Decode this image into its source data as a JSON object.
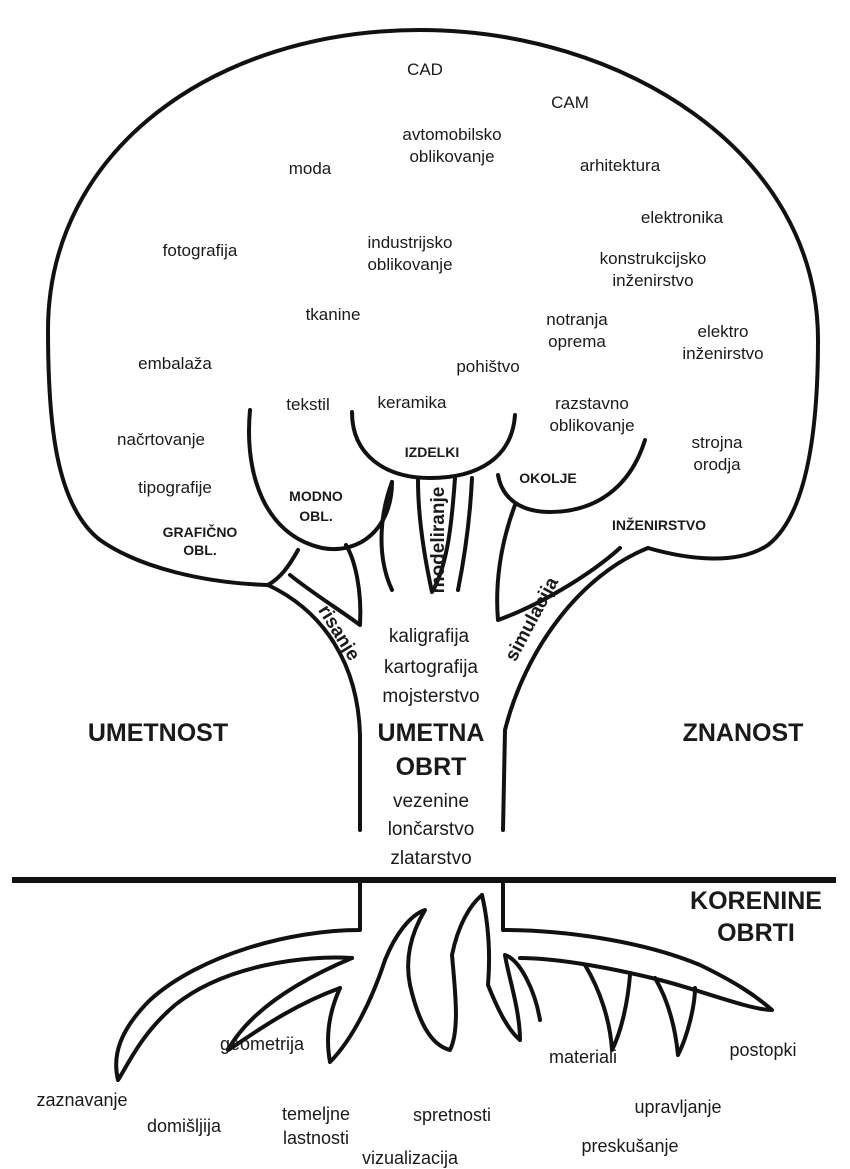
{
  "canopy": {
    "cad": "CAD",
    "cam": "CAM",
    "avtomobilsko_1": "avtomobilsko",
    "avtomobilsko_2": "oblikovanje",
    "moda": "moda",
    "arhitektura": "arhitektura",
    "elektronika": "elektronika",
    "fotografija": "fotografija",
    "industrijsko_1": "industrijsko",
    "industrijsko_2": "oblikovanje",
    "konstrukcijsko_1": "konstrukcijsko",
    "konstrukcijsko_2": "inženirstvo",
    "tkanine": "tkanine",
    "notranja_1": "notranja",
    "notranja_2": "oprema",
    "elektro_1": "elektro",
    "elektro_2": "inženirstvo",
    "embalaza": "embalaža",
    "pohistvo": "pohištvo",
    "tekstil": "tekstil",
    "keramika": "keramika",
    "razstavno_1": "razstavno",
    "razstavno_2": "oblikovanje",
    "nacrtovanje": "načrtovanje",
    "strojna_1": "strojna",
    "strojna_2": "orodja",
    "tipografije": "tipografije"
  },
  "groups": {
    "graficno_1": "GRAFIČNO",
    "graficno_2": "OBL.",
    "modno_1": "MODNO",
    "modno_2": "OBL.",
    "izdelki": "IZDELKI",
    "okolje": "OKOLJE",
    "inzenirstvo": "INŽENIRSTVO"
  },
  "branches": {
    "risanje": "risanje",
    "modeliranje": "modeliranje",
    "simulacija": "simulacija"
  },
  "trunk": {
    "kaligrafija": "kaligrafija",
    "kartografija": "kartografija",
    "mojsterstvo": "mojsterstvo",
    "umetna": "UMETNA",
    "obrt": "OBRT",
    "vezenine": "vezenine",
    "loncarstvo": "lončarstvo",
    "zlatarstvo": "zlatarstvo"
  },
  "regions": {
    "umetnost": "UMETNOST",
    "znanost": "ZNANOST",
    "korenine_1": "KORENINE",
    "korenine_2": "OBRTI"
  },
  "roots": {
    "geometrija": "geometrija",
    "materiali": "materiali",
    "postopki": "postopki",
    "zaznavanje": "zaznavanje",
    "domisljija": "domišljija",
    "temeljne_1": "temeljne",
    "temeljne_2": "lastnosti",
    "spretnosti": "spretnosti",
    "upravljanje": "upravljanje",
    "preskusanje": "preskušanje",
    "vizualizacija": "vizualizacija"
  }
}
